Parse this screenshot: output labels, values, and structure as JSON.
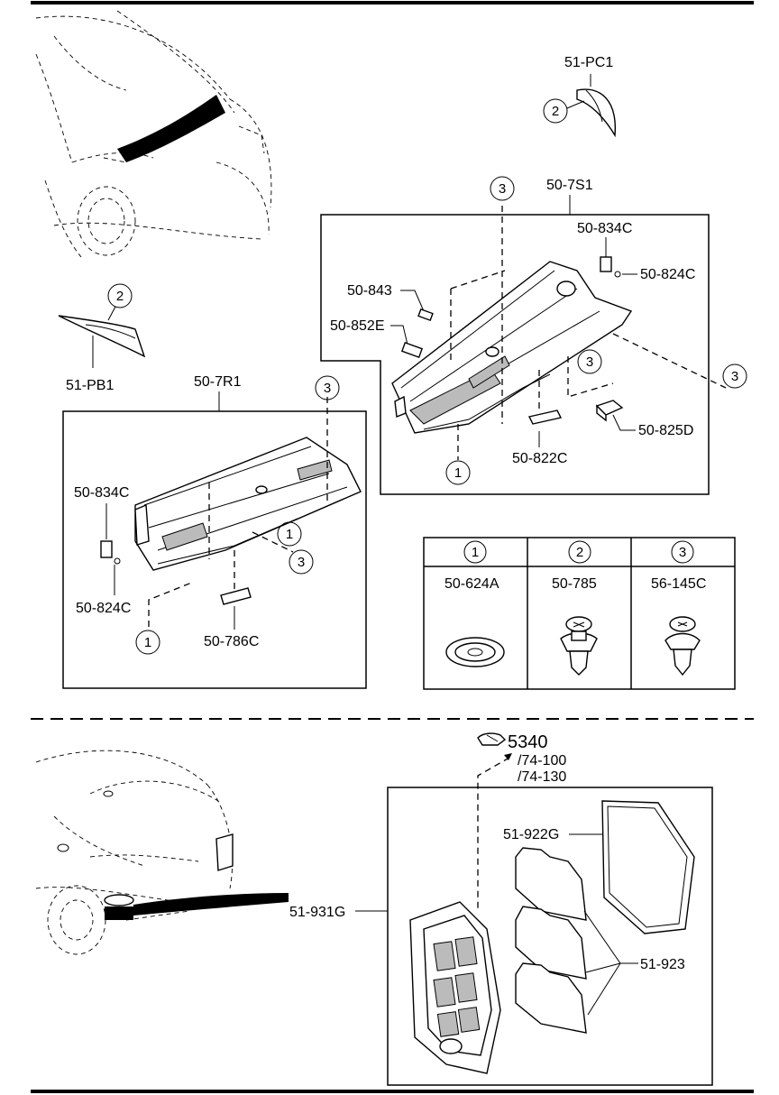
{
  "callout_numbers": {
    "one": "1",
    "two": "2",
    "three": "3"
  },
  "top": {
    "pc1": "51-PC1",
    "pb1": "51-PB1",
    "s1": "50-7S1",
    "r1": "50-7R1",
    "s1_834c": "50-834C",
    "s1_824c": "50-824C",
    "s1_843": "50-843",
    "s1_852e": "50-852E",
    "s1_825d": "50-825D",
    "s1_822c": "50-822C",
    "r1_834c": "50-834C",
    "r1_824c": "50-824C",
    "r1_786c": "50-786C"
  },
  "fastener_table": {
    "headers": [
      "1",
      "2",
      "3"
    ],
    "parts": [
      "50-624A",
      "50-785",
      "56-145C"
    ]
  },
  "bottom": {
    "ref_main": "5340",
    "ref_sub1": "/74-100",
    "ref_sub2": "/74-130",
    "p931g": "51-931G",
    "p922g": "51-922G",
    "p923": "51-923"
  }
}
